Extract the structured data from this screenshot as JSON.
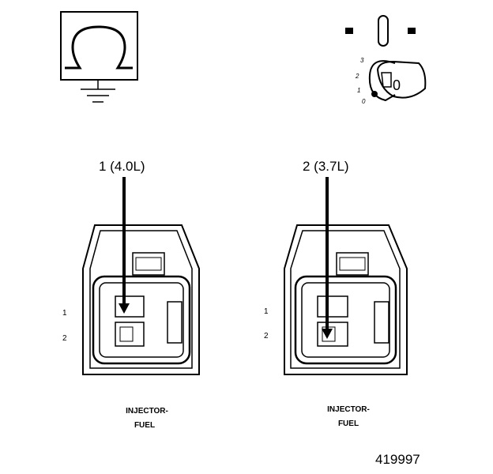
{
  "ohmmeter_symbol": {
    "icon": "ohmmeter-ground-icon"
  },
  "ignition_switch": {
    "icon": "ignition-key-icon",
    "positions": [
      "3",
      "2",
      "1",
      "0"
    ],
    "key_position": "0"
  },
  "connectors": [
    {
      "callout": "1 (4.0L)",
      "pin_labels": [
        "1",
        "2"
      ],
      "name_line1": "INJECTOR-",
      "name_line2": "FUEL",
      "probed_pin": 1
    },
    {
      "callout": "2 (3.7L)",
      "pin_labels": [
        "1",
        "2"
      ],
      "name_line1": "INJECTOR-",
      "name_line2": "FUEL",
      "probed_pin": 2
    }
  ],
  "figure_number": "419997"
}
